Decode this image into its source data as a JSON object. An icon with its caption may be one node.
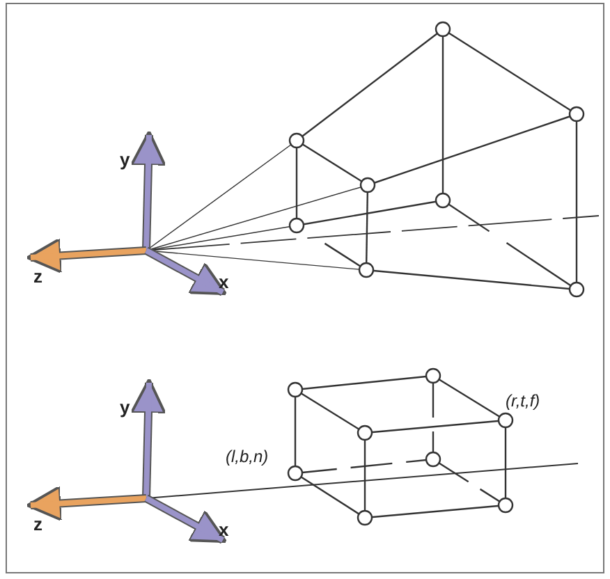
{
  "diagram": {
    "labels": [
      "y",
      "z",
      "x",
      "y",
      "(r,t,f)",
      "(l,b,n)",
      "z",
      "x"
    ]
  }
}
